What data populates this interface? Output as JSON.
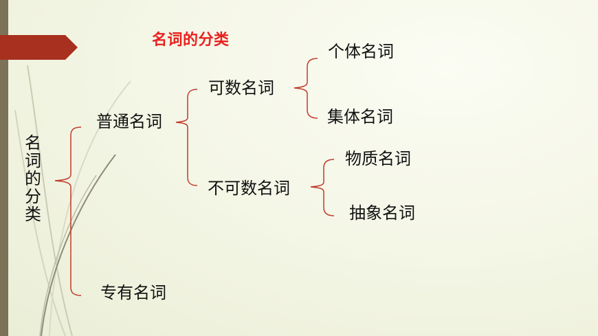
{
  "title": "名词的分类",
  "side_title": [
    "名",
    "词",
    "的",
    "分",
    "类"
  ],
  "nodes": {
    "common": "普通名词",
    "proper": "专有名词",
    "countable": "可数名词",
    "uncountable": "不可数名词",
    "individual": "个体名词",
    "collective": "集体名词",
    "material": "物质名词",
    "abstract": "抽象名词"
  },
  "colors": {
    "bracket": "#c0392b",
    "title": "#e8201e",
    "tab": "#a8301e",
    "bar": "#7b7258"
  }
}
